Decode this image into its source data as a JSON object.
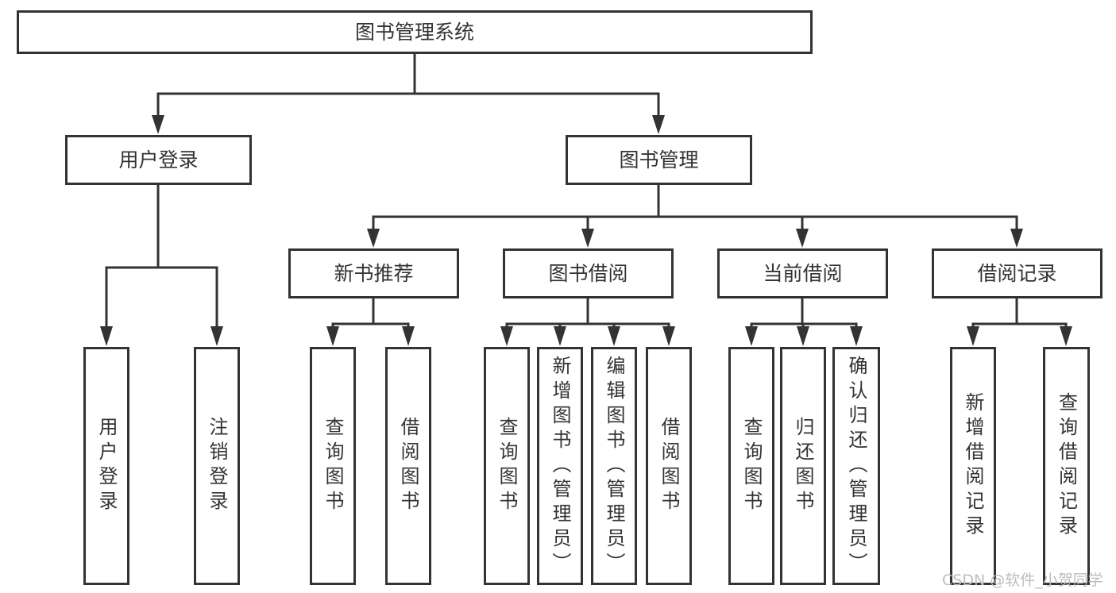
{
  "tree": {
    "root": {
      "label": "图书管理系统"
    },
    "branches": [
      {
        "label": "用户登录",
        "leaves": [
          {
            "label": "用户登录"
          },
          {
            "label": "注销登录"
          }
        ]
      },
      {
        "label": "图书管理",
        "groups": [
          {
            "label": "新书推荐",
            "leaves": [
              {
                "label": "查询图书"
              },
              {
                "label": "借阅图书"
              }
            ]
          },
          {
            "label": "图书借阅",
            "leaves": [
              {
                "label": "查询图书"
              },
              {
                "label": "新增图书（管理员）"
              },
              {
                "label": "编辑图书（管理员）"
              },
              {
                "label": "借阅图书"
              }
            ]
          },
          {
            "label": "当前借阅",
            "leaves": [
              {
                "label": "查询图书"
              },
              {
                "label": "归还图书"
              },
              {
                "label": "确认归还（管理员）"
              }
            ]
          },
          {
            "label": "借阅记录",
            "leaves": [
              {
                "label": "新增借阅记录"
              },
              {
                "label": "查询借阅记录"
              }
            ]
          }
        ]
      }
    ]
  },
  "watermark": {
    "text": "CSDN @软件_小贺同学"
  },
  "colors": {
    "line": "#333333",
    "text": "#333333",
    "watermark": "#bdbdbd",
    "background": "#ffffff"
  }
}
